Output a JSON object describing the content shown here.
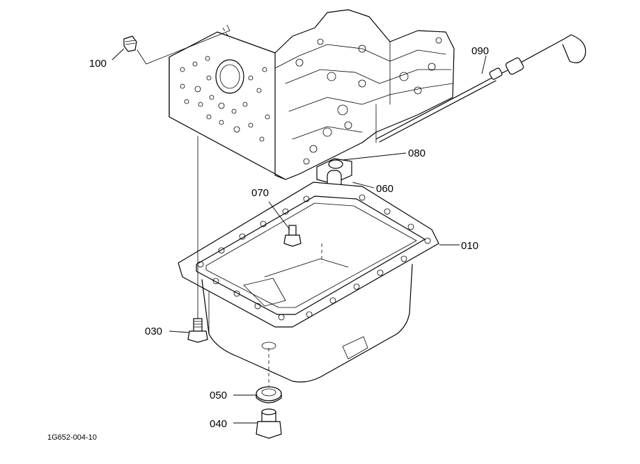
{
  "diagram": {
    "parts": [
      {
        "key": "p010",
        "label": "010"
      },
      {
        "key": "p030",
        "label": "030"
      },
      {
        "key": "p040",
        "label": "040"
      },
      {
        "key": "p050",
        "label": "050"
      },
      {
        "key": "p060",
        "label": "060"
      },
      {
        "key": "p070",
        "label": "070"
      },
      {
        "key": "p080",
        "label": "080"
      },
      {
        "key": "p090",
        "label": "090"
      },
      {
        "key": "p100",
        "label": "100"
      }
    ],
    "drawing_code": "1G652-004-10"
  }
}
